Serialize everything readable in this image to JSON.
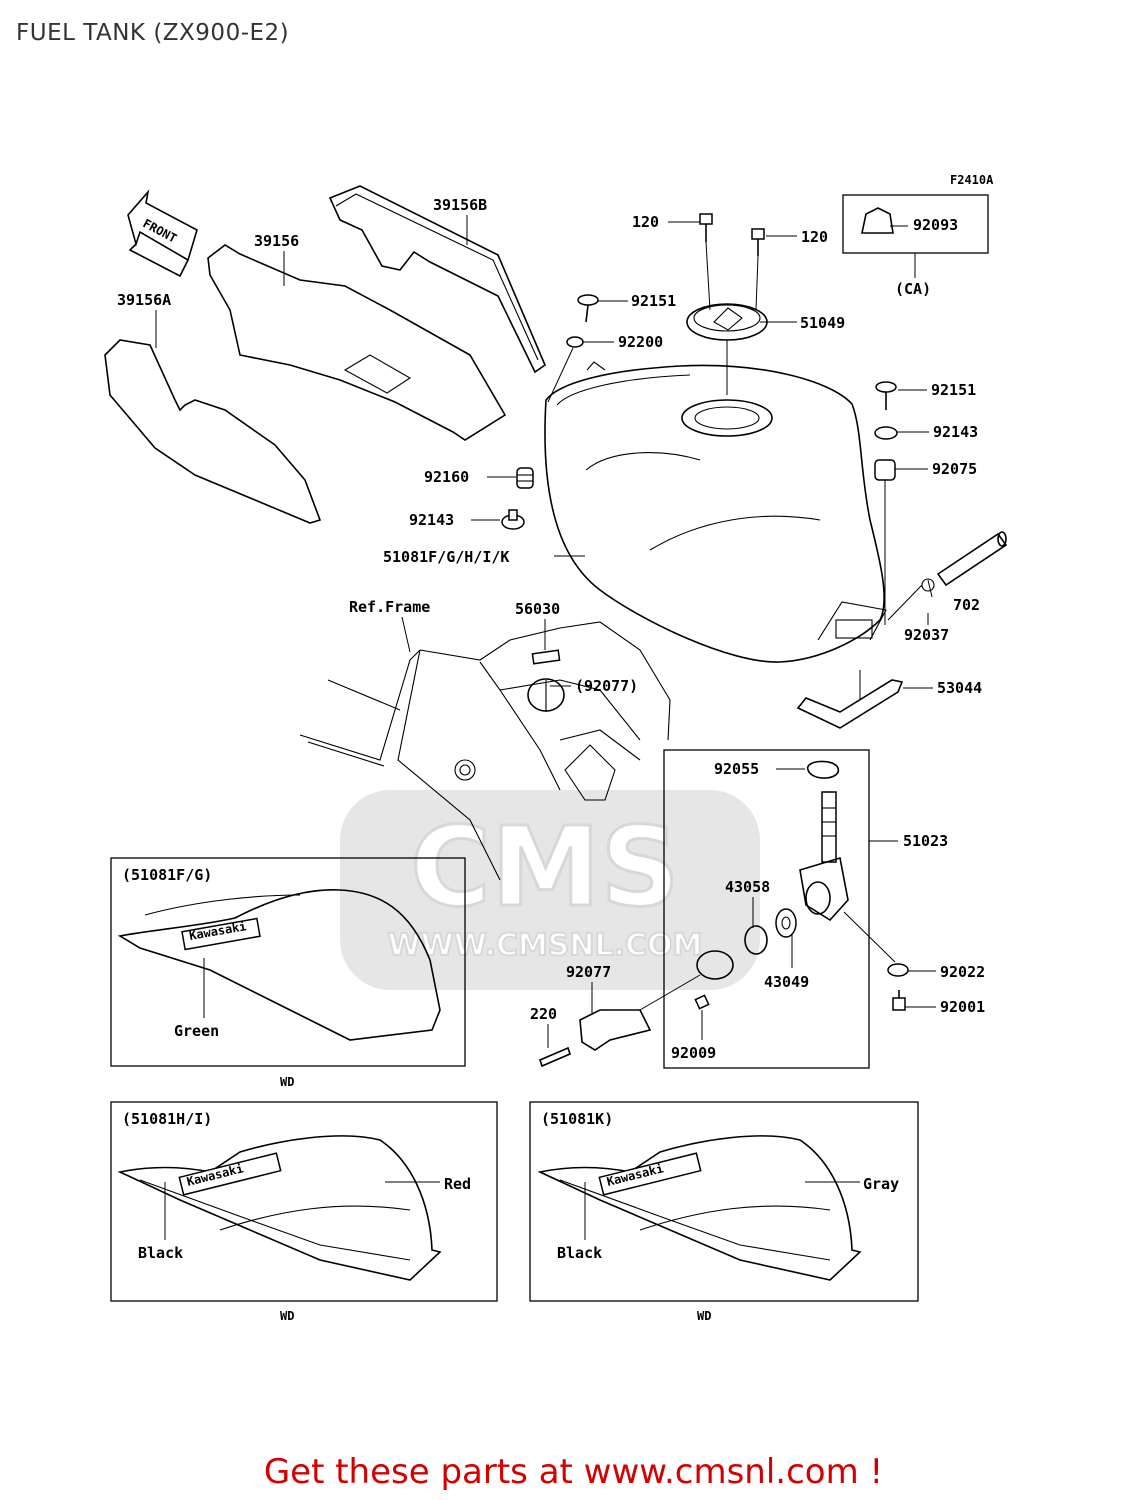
{
  "title": "FUEL TANK (ZX900-E2)",
  "footer": "Get these parts at www.cmsnl.com !",
  "diagram_code": "F2410A",
  "watermark": {
    "logo": "CMS",
    "url": "WWW.CMSNL.COM"
  },
  "front_arrow_label": "FRONT",
  "callouts": {
    "c39156B": "39156B",
    "c39156": "39156",
    "c39156A": "39156A",
    "c120a": "120",
    "c120b": "120",
    "c92093": "92093",
    "cCA": "(CA)",
    "c92151a": "92151",
    "c92200": "92200",
    "c51049": "51049",
    "c92151b": "92151",
    "c92143b": "92143",
    "c92075": "92075",
    "c92160": "92160",
    "c92143a": "92143",
    "c51081": "51081F/G/H/I/K",
    "c702": "702",
    "c92037": "92037",
    "cRefFrame": "Ref.Frame",
    "c56030": "56030",
    "c92077a": "(92077)",
    "c53044": "53044",
    "c92055": "92055",
    "c51023": "51023",
    "c43058": "43058",
    "c43049": "43049",
    "c92022": "92022",
    "c92077b": "92077",
    "c220": "220",
    "c92001": "92001",
    "c92009": "92009"
  },
  "insets": [
    {
      "title": "(51081F/G)",
      "colors": [
        "Green"
      ],
      "footer": "WD",
      "logo": "Kawasaki"
    },
    {
      "title": "(51081H/I)",
      "colors": [
        "Red",
        "Black"
      ],
      "footer": "WD",
      "logo": "Kawasaki"
    },
    {
      "title": "(51081K)",
      "colors": [
        "Gray",
        "Black"
      ],
      "footer": "WD",
      "logo": "Kawasaki"
    }
  ]
}
